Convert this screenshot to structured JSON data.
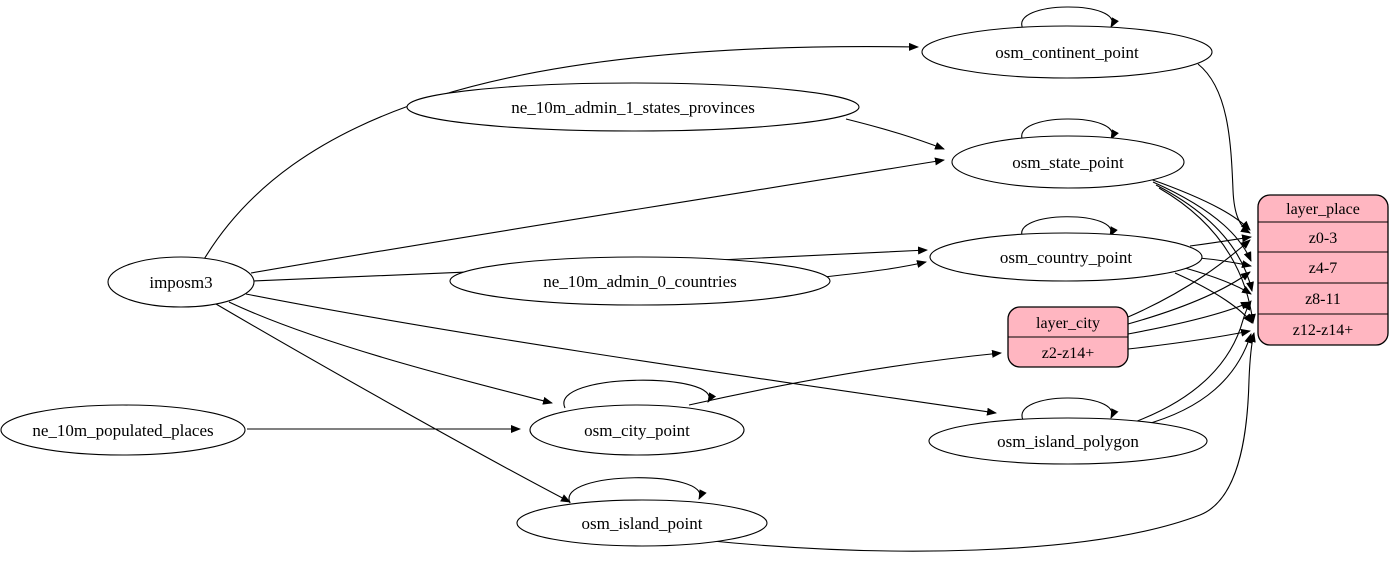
{
  "diagram": {
    "kind": "etl-graph",
    "colors": {
      "background": "#ffffff",
      "ellipse_fill": "#ffffff",
      "record_fill": "#ffb6c1",
      "stroke": "#000000"
    },
    "nodes": {
      "imposm3": {
        "type": "ellipse",
        "label": "imposm3"
      },
      "ne_10m_admin_1_states_provinces": {
        "type": "ellipse",
        "label": "ne_10m_admin_1_states_provinces"
      },
      "ne_10m_admin_0_countries": {
        "type": "ellipse",
        "label": "ne_10m_admin_0_countries"
      },
      "ne_10m_populated_places": {
        "type": "ellipse",
        "label": "ne_10m_populated_places"
      },
      "osm_continent_point": {
        "type": "ellipse",
        "label": "osm_continent_point",
        "self_loop": true
      },
      "osm_state_point": {
        "type": "ellipse",
        "label": "osm_state_point",
        "self_loop": true
      },
      "osm_country_point": {
        "type": "ellipse",
        "label": "osm_country_point",
        "self_loop": true
      },
      "osm_city_point": {
        "type": "ellipse",
        "label": "osm_city_point",
        "self_loop": true
      },
      "osm_island_polygon": {
        "type": "ellipse",
        "label": "osm_island_polygon",
        "self_loop": true
      },
      "osm_island_point": {
        "type": "ellipse",
        "label": "osm_island_point",
        "self_loop": true
      },
      "layer_city": {
        "type": "record",
        "title": "layer_city",
        "rows": [
          "z2-z14+"
        ]
      },
      "layer_place": {
        "type": "record",
        "title": "layer_place",
        "rows": [
          "z0-3",
          "z4-7",
          "z8-11",
          "z12-z14+"
        ]
      }
    },
    "edges": [
      {
        "from": "imposm3",
        "to": "osm_continent_point"
      },
      {
        "from": "imposm3",
        "to": "osm_state_point"
      },
      {
        "from": "imposm3",
        "to": "osm_country_point"
      },
      {
        "from": "imposm3",
        "to": "osm_city_point"
      },
      {
        "from": "imposm3",
        "to": "osm_island_polygon"
      },
      {
        "from": "imposm3",
        "to": "osm_island_point"
      },
      {
        "from": "ne_10m_admin_1_states_provinces",
        "to": "osm_state_point"
      },
      {
        "from": "ne_10m_admin_0_countries",
        "to": "osm_country_point"
      },
      {
        "from": "ne_10m_populated_places",
        "to": "osm_city_point"
      },
      {
        "from": "osm_continent_point",
        "to": "osm_continent_point"
      },
      {
        "from": "osm_state_point",
        "to": "osm_state_point"
      },
      {
        "from": "osm_country_point",
        "to": "osm_country_point"
      },
      {
        "from": "osm_city_point",
        "to": "osm_city_point"
      },
      {
        "from": "osm_island_polygon",
        "to": "osm_island_polygon"
      },
      {
        "from": "osm_island_point",
        "to": "osm_island_point"
      },
      {
        "from": "osm_city_point",
        "to": "layer_city:z2-z14+"
      },
      {
        "from": "osm_continent_point",
        "to": "layer_place:z0-3"
      },
      {
        "from": "osm_state_point",
        "to": "layer_place:z0-3"
      },
      {
        "from": "osm_state_point",
        "to": "layer_place:z4-7"
      },
      {
        "from": "osm_state_point",
        "to": "layer_place:z8-11"
      },
      {
        "from": "osm_state_point",
        "to": "layer_place:z12-z14+"
      },
      {
        "from": "osm_country_point",
        "to": "layer_place:z0-3"
      },
      {
        "from": "osm_country_point",
        "to": "layer_place:z4-7"
      },
      {
        "from": "osm_country_point",
        "to": "layer_place:z8-11"
      },
      {
        "from": "osm_country_point",
        "to": "layer_place:z12-z14+"
      },
      {
        "from": "layer_city",
        "to": "layer_place:z0-3"
      },
      {
        "from": "layer_city",
        "to": "layer_place:z4-7"
      },
      {
        "from": "layer_city",
        "to": "layer_place:z8-11"
      },
      {
        "from": "layer_city",
        "to": "layer_place:z12-z14+"
      },
      {
        "from": "osm_island_polygon",
        "to": "layer_place:z8-11"
      },
      {
        "from": "osm_island_polygon",
        "to": "layer_place:z12-z14+"
      },
      {
        "from": "osm_island_point",
        "to": "layer_place:z12-z14+"
      }
    ]
  }
}
